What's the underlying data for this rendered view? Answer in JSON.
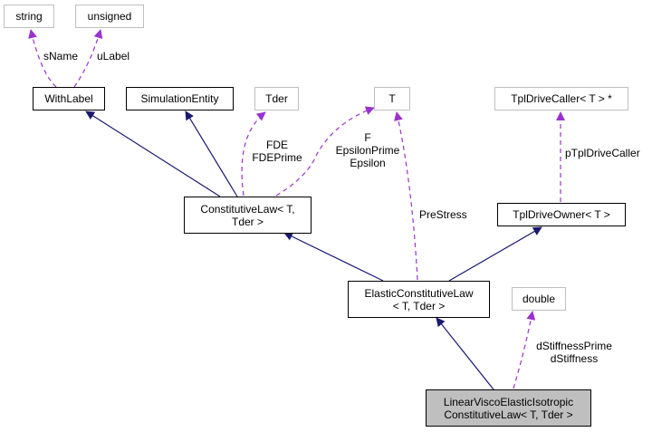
{
  "colors": {
    "inheritance": "#191970",
    "usage": "#9a32cd",
    "current_fill": "#bfbfbf",
    "external_border": "#bfbfbf"
  },
  "nodes": {
    "string": "string",
    "unsigned": "unsigned",
    "withlabel": "WithLabel",
    "simentity": "SimulationEntity",
    "tder": "Tder",
    "t": "T",
    "tpldrivecaller": "TplDriveCaller< T > *",
    "constlaw": [
      "ConstitutiveLaw< T,",
      "Tder >"
    ],
    "tpldriveowner": "TplDriveOwner< T >",
    "elastic": [
      "ElasticConstitutiveLaw",
      "< T, Tder >"
    ],
    "double": "double",
    "linear": [
      "LinearViscoElasticIsotropic",
      "ConstitutiveLaw< T, Tder >"
    ]
  },
  "edge_labels": {
    "sname": "sName",
    "ulabel": "uLabel",
    "tder_members": [
      "FDE",
      "FDEPrime"
    ],
    "t_members": [
      "F",
      "EpsilonPrime",
      "Epsilon"
    ],
    "prestress": "PreStress",
    "ptpldrivecaller": "pTplDriveCaller",
    "double_members": [
      "dStiffnessPrime",
      "dStiffness"
    ]
  }
}
